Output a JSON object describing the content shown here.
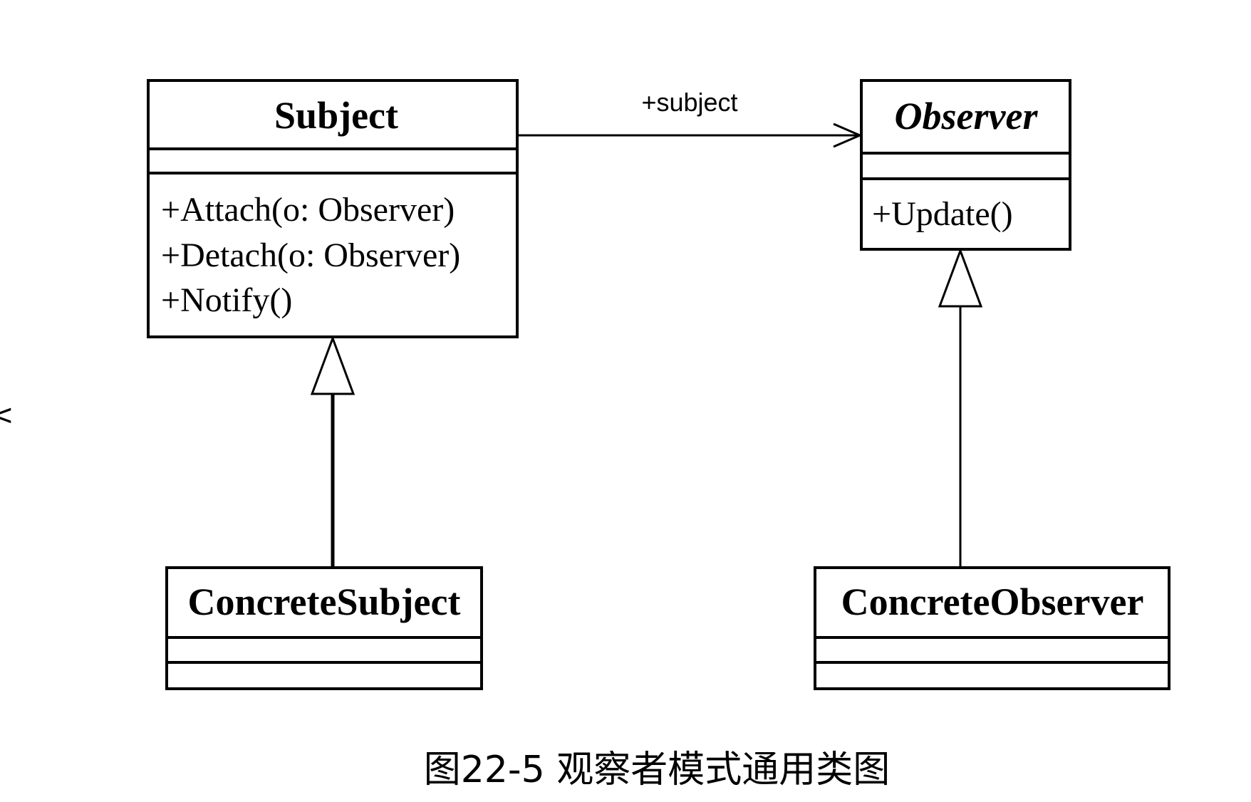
{
  "diagram": {
    "classes": {
      "subject": {
        "name": "Subject",
        "attributes": [],
        "operations": [
          "+Attach(o: Observer)",
          "+Detach(o: Observer)",
          "+Notify()"
        ]
      },
      "observer": {
        "name": "Observer",
        "abstract": true,
        "attributes": [],
        "operations": [
          "+Update()"
        ]
      },
      "concrete_subject": {
        "name": "ConcreteSubject",
        "attributes": [],
        "operations": []
      },
      "concrete_observer": {
        "name": "ConcreteObserver",
        "attributes": [],
        "operations": []
      }
    },
    "relationships": [
      {
        "type": "association",
        "from": "Subject",
        "to": "Observer",
        "role": "+subject",
        "navigable": true
      },
      {
        "type": "generalization",
        "from": "ConcreteSubject",
        "to": "Subject"
      },
      {
        "type": "generalization",
        "from": "ConcreteObserver",
        "to": "Observer"
      }
    ],
    "association_label": "+subject",
    "caption": "图22-5 观察者模式通用类图",
    "edge_mark": "<"
  },
  "colors": {
    "line": "#000000",
    "background": "#ffffff"
  }
}
